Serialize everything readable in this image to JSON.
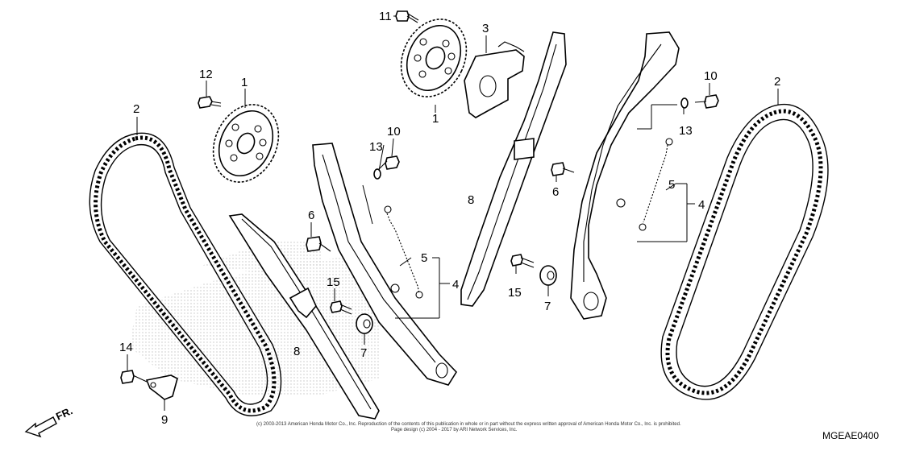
{
  "callouts": {
    "c1a": "1",
    "c1b": "1",
    "c2a": "2",
    "c2b": "2",
    "c3": "3",
    "c4a": "4",
    "c4b": "4",
    "c5a": "5",
    "c5b": "5",
    "c6a": "6",
    "c6b": "6",
    "c7a": "7",
    "c7b": "7",
    "c8a": "8",
    "c8b": "8",
    "c9": "9",
    "c10a": "10",
    "c10b": "10",
    "c11": "11",
    "c12": "12",
    "c13a": "13",
    "c13b": "13",
    "c14": "14",
    "c15a": "15",
    "c15b": "15"
  },
  "front_label": "FR.",
  "diagram_code": "MGEAE0400",
  "copyright": {
    "line1": "(c) 2003-2013 American Honda Motor Co., Inc. Reproduction of the contents of this publication in whole or in part without the express written approval of American Honda Motor Co., Inc. is prohibited.",
    "line2": "Page design (c) 2004 - 2017 by ARI Network Services, Inc."
  }
}
